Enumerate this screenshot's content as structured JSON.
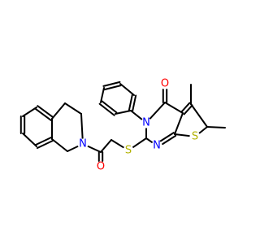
{
  "structure": {
    "colors": {
      "bond": "#000000",
      "nitrogen": "#0000ff",
      "oxygen": "#ff0000",
      "sulfur": "#b2b200",
      "background": "#ffffff"
    },
    "atom_labels": {
      "n_pyrimidine_3": "N",
      "n_pyrimidine_1": "N",
      "n_isoquinoline": "N",
      "o_lactam": "O",
      "o_amide": "O",
      "s_thioether": "S",
      "s_thiophene": "S"
    }
  }
}
